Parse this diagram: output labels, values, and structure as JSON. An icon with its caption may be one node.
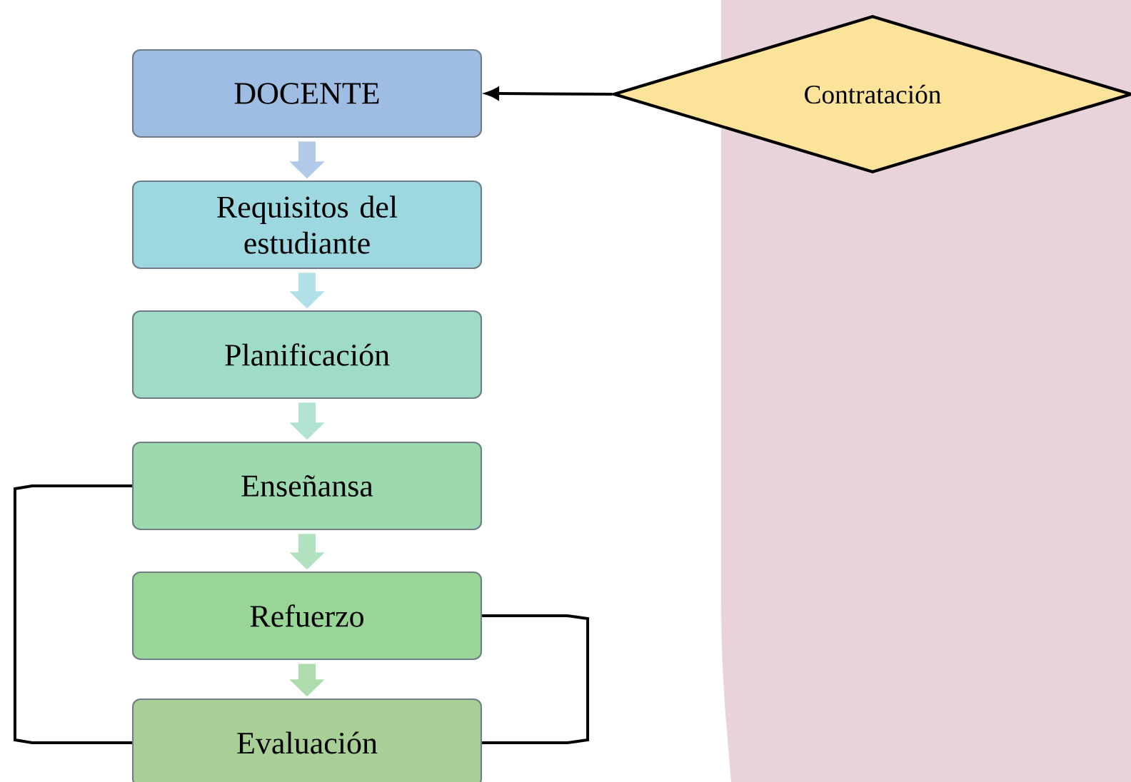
{
  "diagram": {
    "nodes": [
      {
        "text": [
          "DOCENTE"
        ]
      },
      {
        "text": [
          "Requisitos del estudiante"
        ]
      },
      {
        "text": [
          "Planificación"
        ]
      },
      {
        "text": [
          "Enseñansa"
        ]
      },
      {
        "text": [
          "Refuerzo"
        ]
      },
      {
        "text": [
          "Evaluación"
        ]
      },
      {
        "text": [
          "Contratación"
        ]
      }
    ],
    "edges": [
      {
        "from": 0,
        "to": 1,
        "arrow": "to",
        "color": "#b2c9e9"
      },
      {
        "from": 1,
        "to": 2,
        "arrow": "to",
        "color": "#b1e0e6"
      },
      {
        "from": 2,
        "to": 3,
        "arrow": "to",
        "color": "#b2e3d1"
      },
      {
        "from": 3,
        "to": 4,
        "arrow": "to",
        "color": "#b1e1be"
      },
      {
        "from": 4,
        "to": 5,
        "arrow": "to",
        "color": "#adddac"
      },
      {
        "from": 6,
        "to": 0,
        "arrow": "to",
        "color": "#000000"
      },
      {
        "from": 3,
        "to": 5,
        "arrow": "none",
        "color": "#000000"
      },
      {
        "from": 4,
        "to": 5,
        "arrow": "none",
        "color": "#000000"
      }
    ]
  }
}
